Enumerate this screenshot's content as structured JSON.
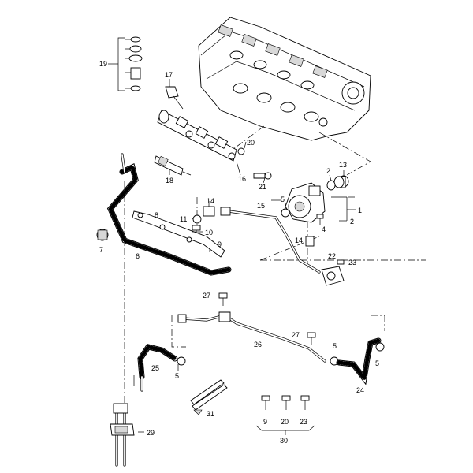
{
  "labels": {
    "l1": "1",
    "l2a": "2",
    "l2b": "2",
    "l4": "4",
    "l5a": "5",
    "l5b": "5",
    "l5c": "5",
    "l5d": "5",
    "l6": "6",
    "l7": "7",
    "l8": "8",
    "l9a": "9",
    "l9b": "9",
    "l10": "10",
    "l11": "11",
    "l13": "13",
    "l14a": "14",
    "l14b": "14",
    "l15": "15",
    "l16": "16",
    "l17": "17",
    "l18": "18",
    "l19": "19",
    "l20a": "20",
    "l20b": "20",
    "l21": "21",
    "l22": "22",
    "l23a": "23",
    "l23b": "23",
    "l24": "24",
    "l25": "25",
    "l26": "26",
    "l27a": "27",
    "l27b": "27",
    "l29": "29",
    "l30": "30",
    "l31": "31"
  },
  "colors": {
    "line": "#000000",
    "fill": "#ffffff",
    "shade": "#d8d8d8"
  }
}
